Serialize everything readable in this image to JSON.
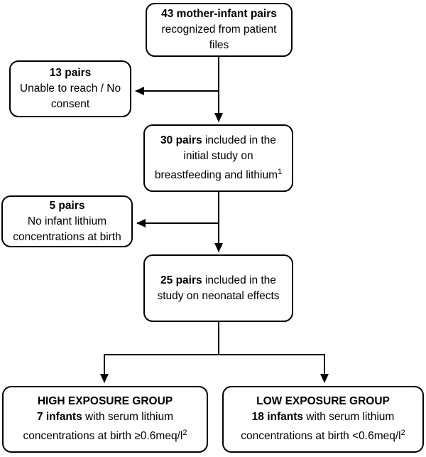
{
  "colors": {
    "line": "#000000",
    "text": "#000000",
    "box_fill": "#ffffff",
    "background": "#ffffff"
  },
  "boxes": [
    {
      "id": "recognized-pairs",
      "segments": [
        {
          "t": "43 mother-infant pairs",
          "b": true
        },
        {
          "br": true
        },
        {
          "t": "recognized from patient"
        },
        {
          "br": true
        },
        {
          "t": "files"
        }
      ]
    },
    {
      "id": "unable-to-reach",
      "segments": [
        {
          "t": "13 pairs",
          "b": true
        },
        {
          "br": true
        },
        {
          "t": "Unable to reach / No"
        },
        {
          "br": true
        },
        {
          "t": "consent"
        }
      ]
    },
    {
      "id": "initial-study",
      "segments": [
        {
          "t": "30 pairs",
          "b": true
        },
        {
          "t": " included in the"
        },
        {
          "br": true
        },
        {
          "t": "initial study on"
        },
        {
          "br": true
        },
        {
          "t": "breastfeeding and lithium"
        },
        {
          "t": "1",
          "sup": true
        }
      ]
    },
    {
      "id": "no-lithium-concentrations",
      "segments": [
        {
          "t": "5 pairs",
          "b": true
        },
        {
          "br": true
        },
        {
          "t": "No infant lithium"
        },
        {
          "br": true
        },
        {
          "t": "concentrations at birth"
        }
      ]
    },
    {
      "id": "neonatal-study",
      "segments": [
        {
          "t": "25 pairs",
          "b": true
        },
        {
          "t": " included in the"
        },
        {
          "br": true
        },
        {
          "t": "study on neonatal effects"
        }
      ]
    },
    {
      "id": "high-exposure-group",
      "segments": [
        {
          "t": "HIGH EXPOSURE GROUP",
          "b": true
        },
        {
          "br": true
        },
        {
          "t": "7 infants",
          "b": true
        },
        {
          "t": " with serum lithium"
        },
        {
          "br": true
        },
        {
          "t": "concentrations at birth ≥0.6meq/l"
        },
        {
          "t": "2",
          "sup": true
        }
      ]
    },
    {
      "id": "low-exposure-group",
      "segments": [
        {
          "t": "LOW EXPOSURE GROUP",
          "b": true
        },
        {
          "br": true
        },
        {
          "t": "18 infants",
          "b": true
        },
        {
          "t": " with serum lithium"
        },
        {
          "br": true
        },
        {
          "t": "concentrations at birth <0.6meq/l"
        },
        {
          "t": "2",
          "sup": true
        }
      ]
    }
  ]
}
